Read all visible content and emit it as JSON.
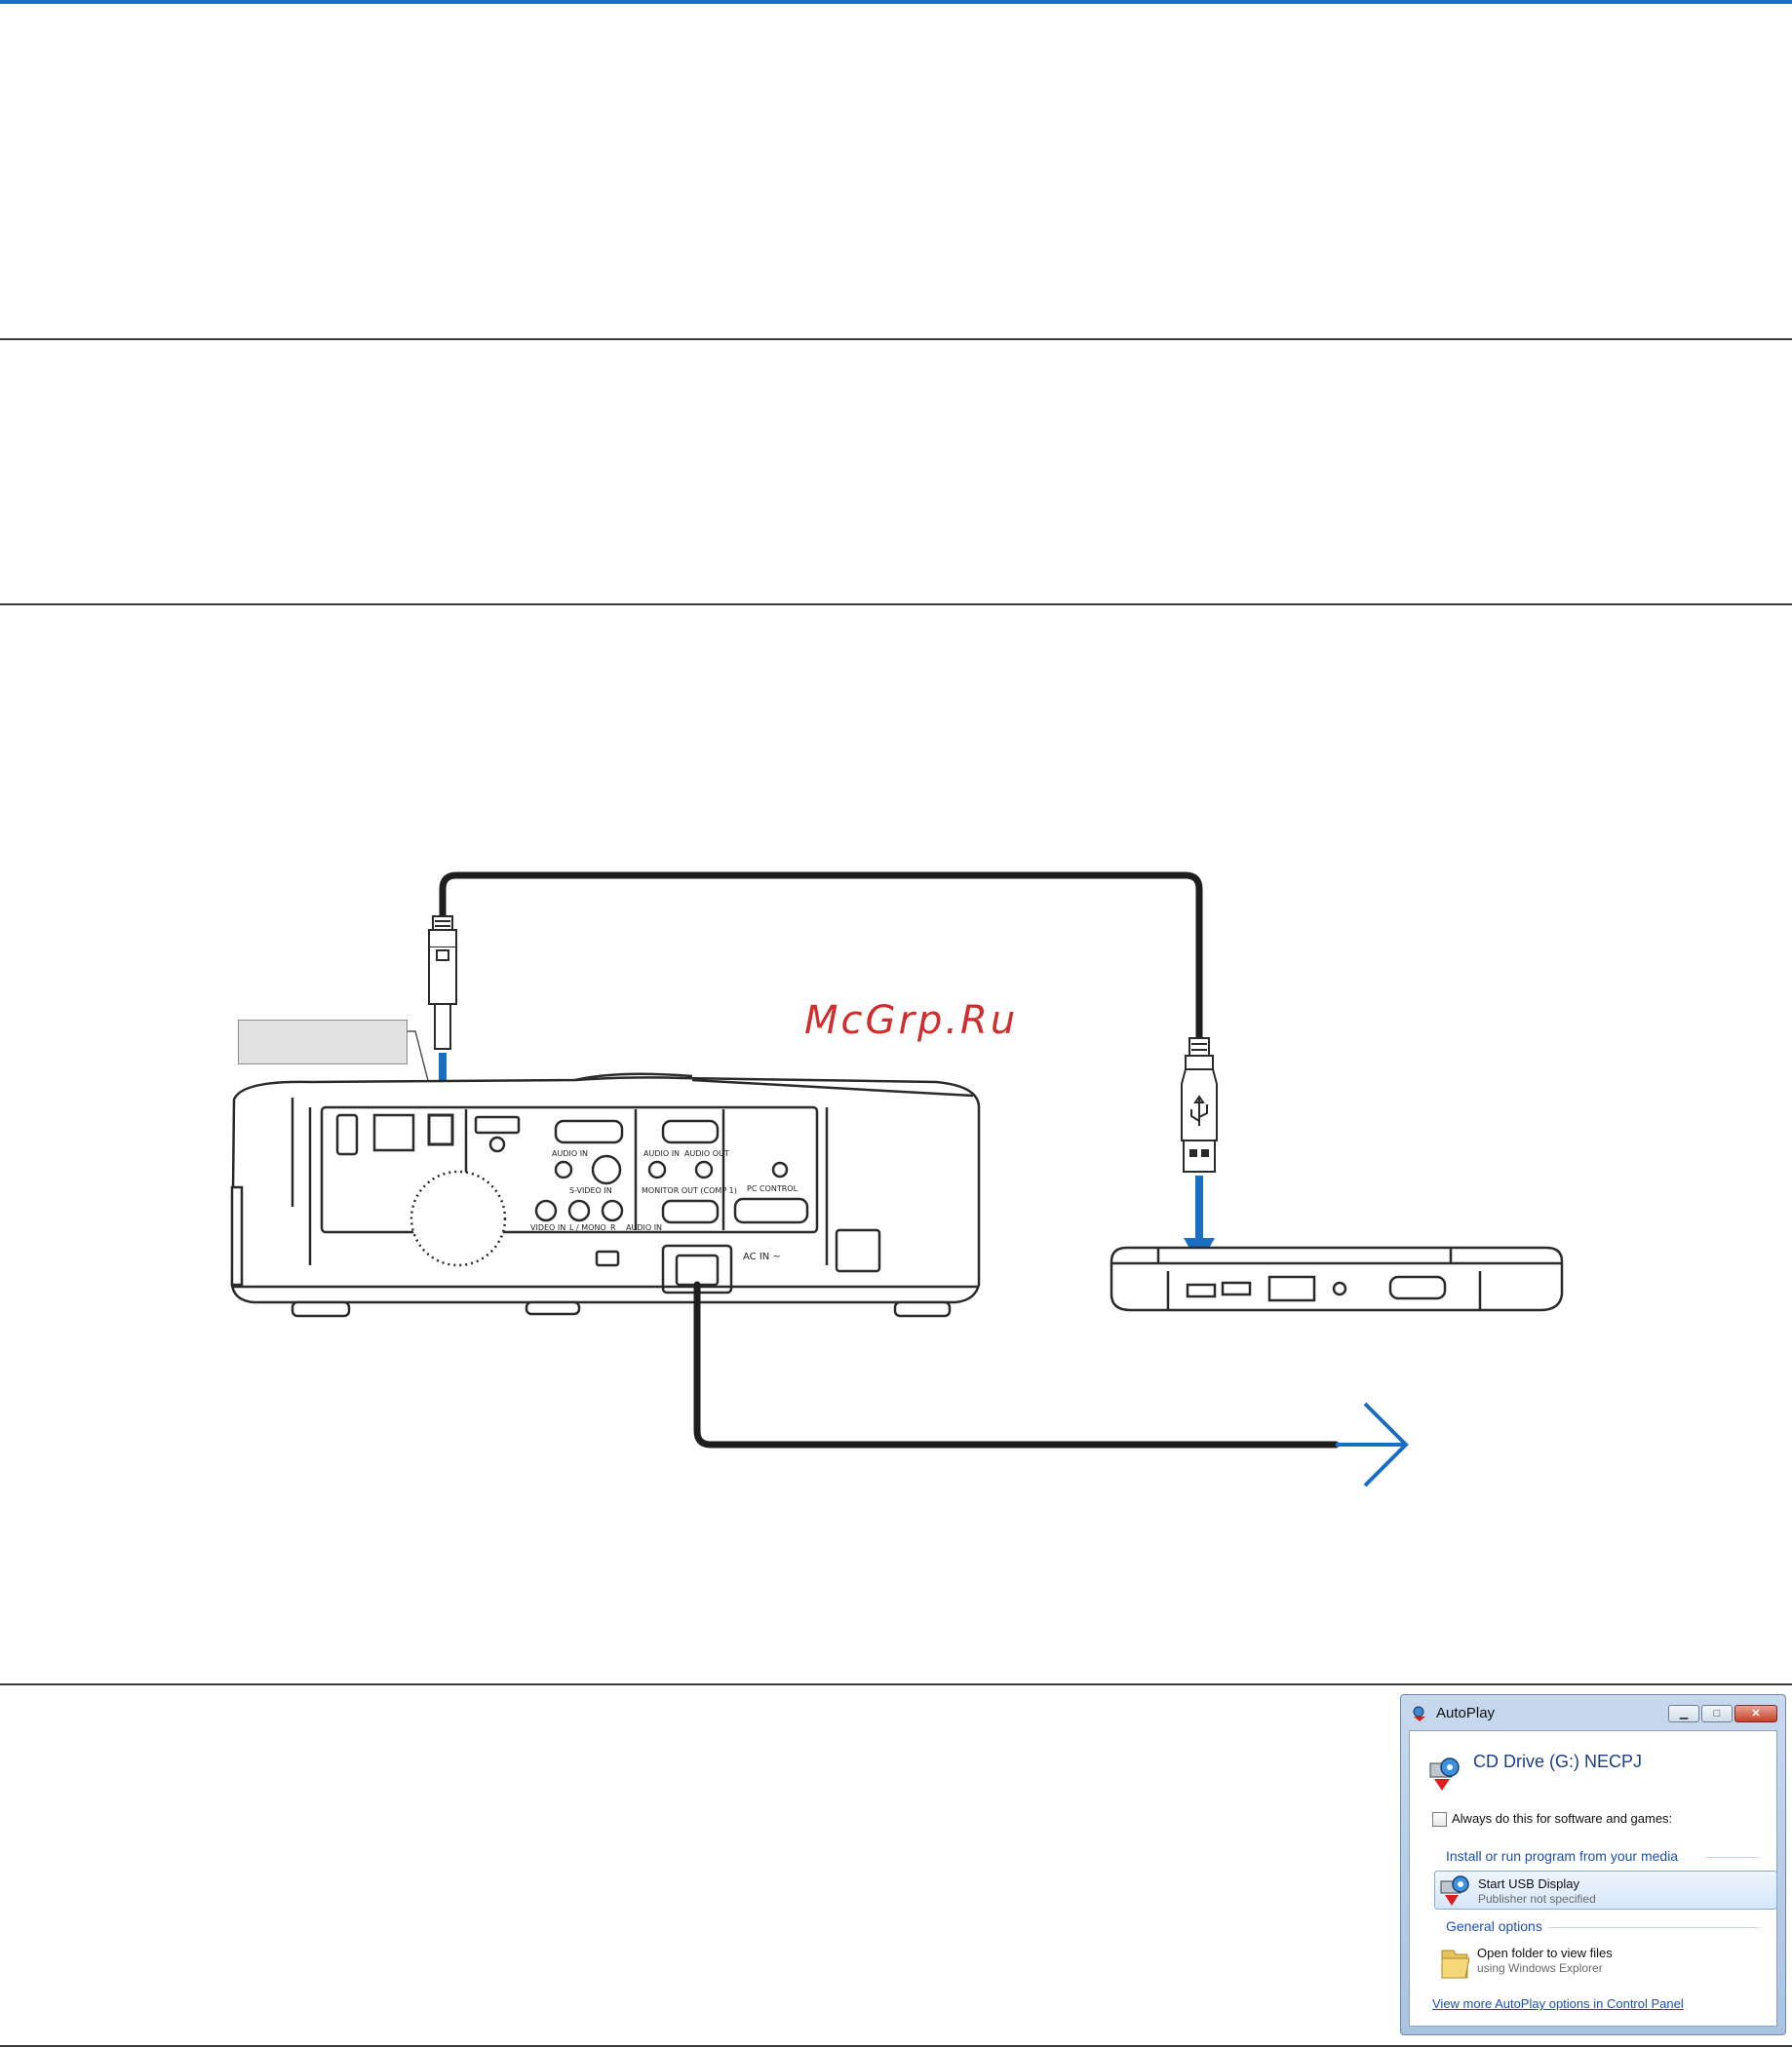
{
  "diagram": {
    "watermark": "McGrp.Ru",
    "port_labels": {
      "audio_in_1": "AUDIO IN",
      "audio_in_2": "AUDIO IN",
      "audio_out": "AUDIO OUT",
      "s_video_in": "S-VIDEO IN",
      "monitor_out": "MONITOR OUT (COMP 1)",
      "pc_control": "PC CONTROL",
      "video_in": "VIDEO IN",
      "l_mono": "L / MONO",
      "r": "R",
      "audio_in_3": "AUDIO IN",
      "ac_in": "AC IN ~"
    },
    "colors": {
      "arrow": "#1a6fc0",
      "cable": "#1e1e1e",
      "device": "#2a2a2a",
      "accent": "#1e6fbf"
    }
  },
  "autoplay": {
    "title": "AutoPlay",
    "minimize": "▁",
    "maximize": "□",
    "close": "✕",
    "drive": "CD Drive (G:) NECPJ",
    "always_label": "Always do this for software and games:",
    "section_install": "Install or run program from your media",
    "option1_main": "Start USB Display",
    "option1_sub": "Publisher not specified",
    "section_general": "General options",
    "option2_main": "Open folder to view files",
    "option2_sub": "using Windows Explorer",
    "more_link": "View more AutoPlay options in Control Panel",
    "icons": [
      "drive-autoplay-icon",
      "folder-icon"
    ]
  }
}
